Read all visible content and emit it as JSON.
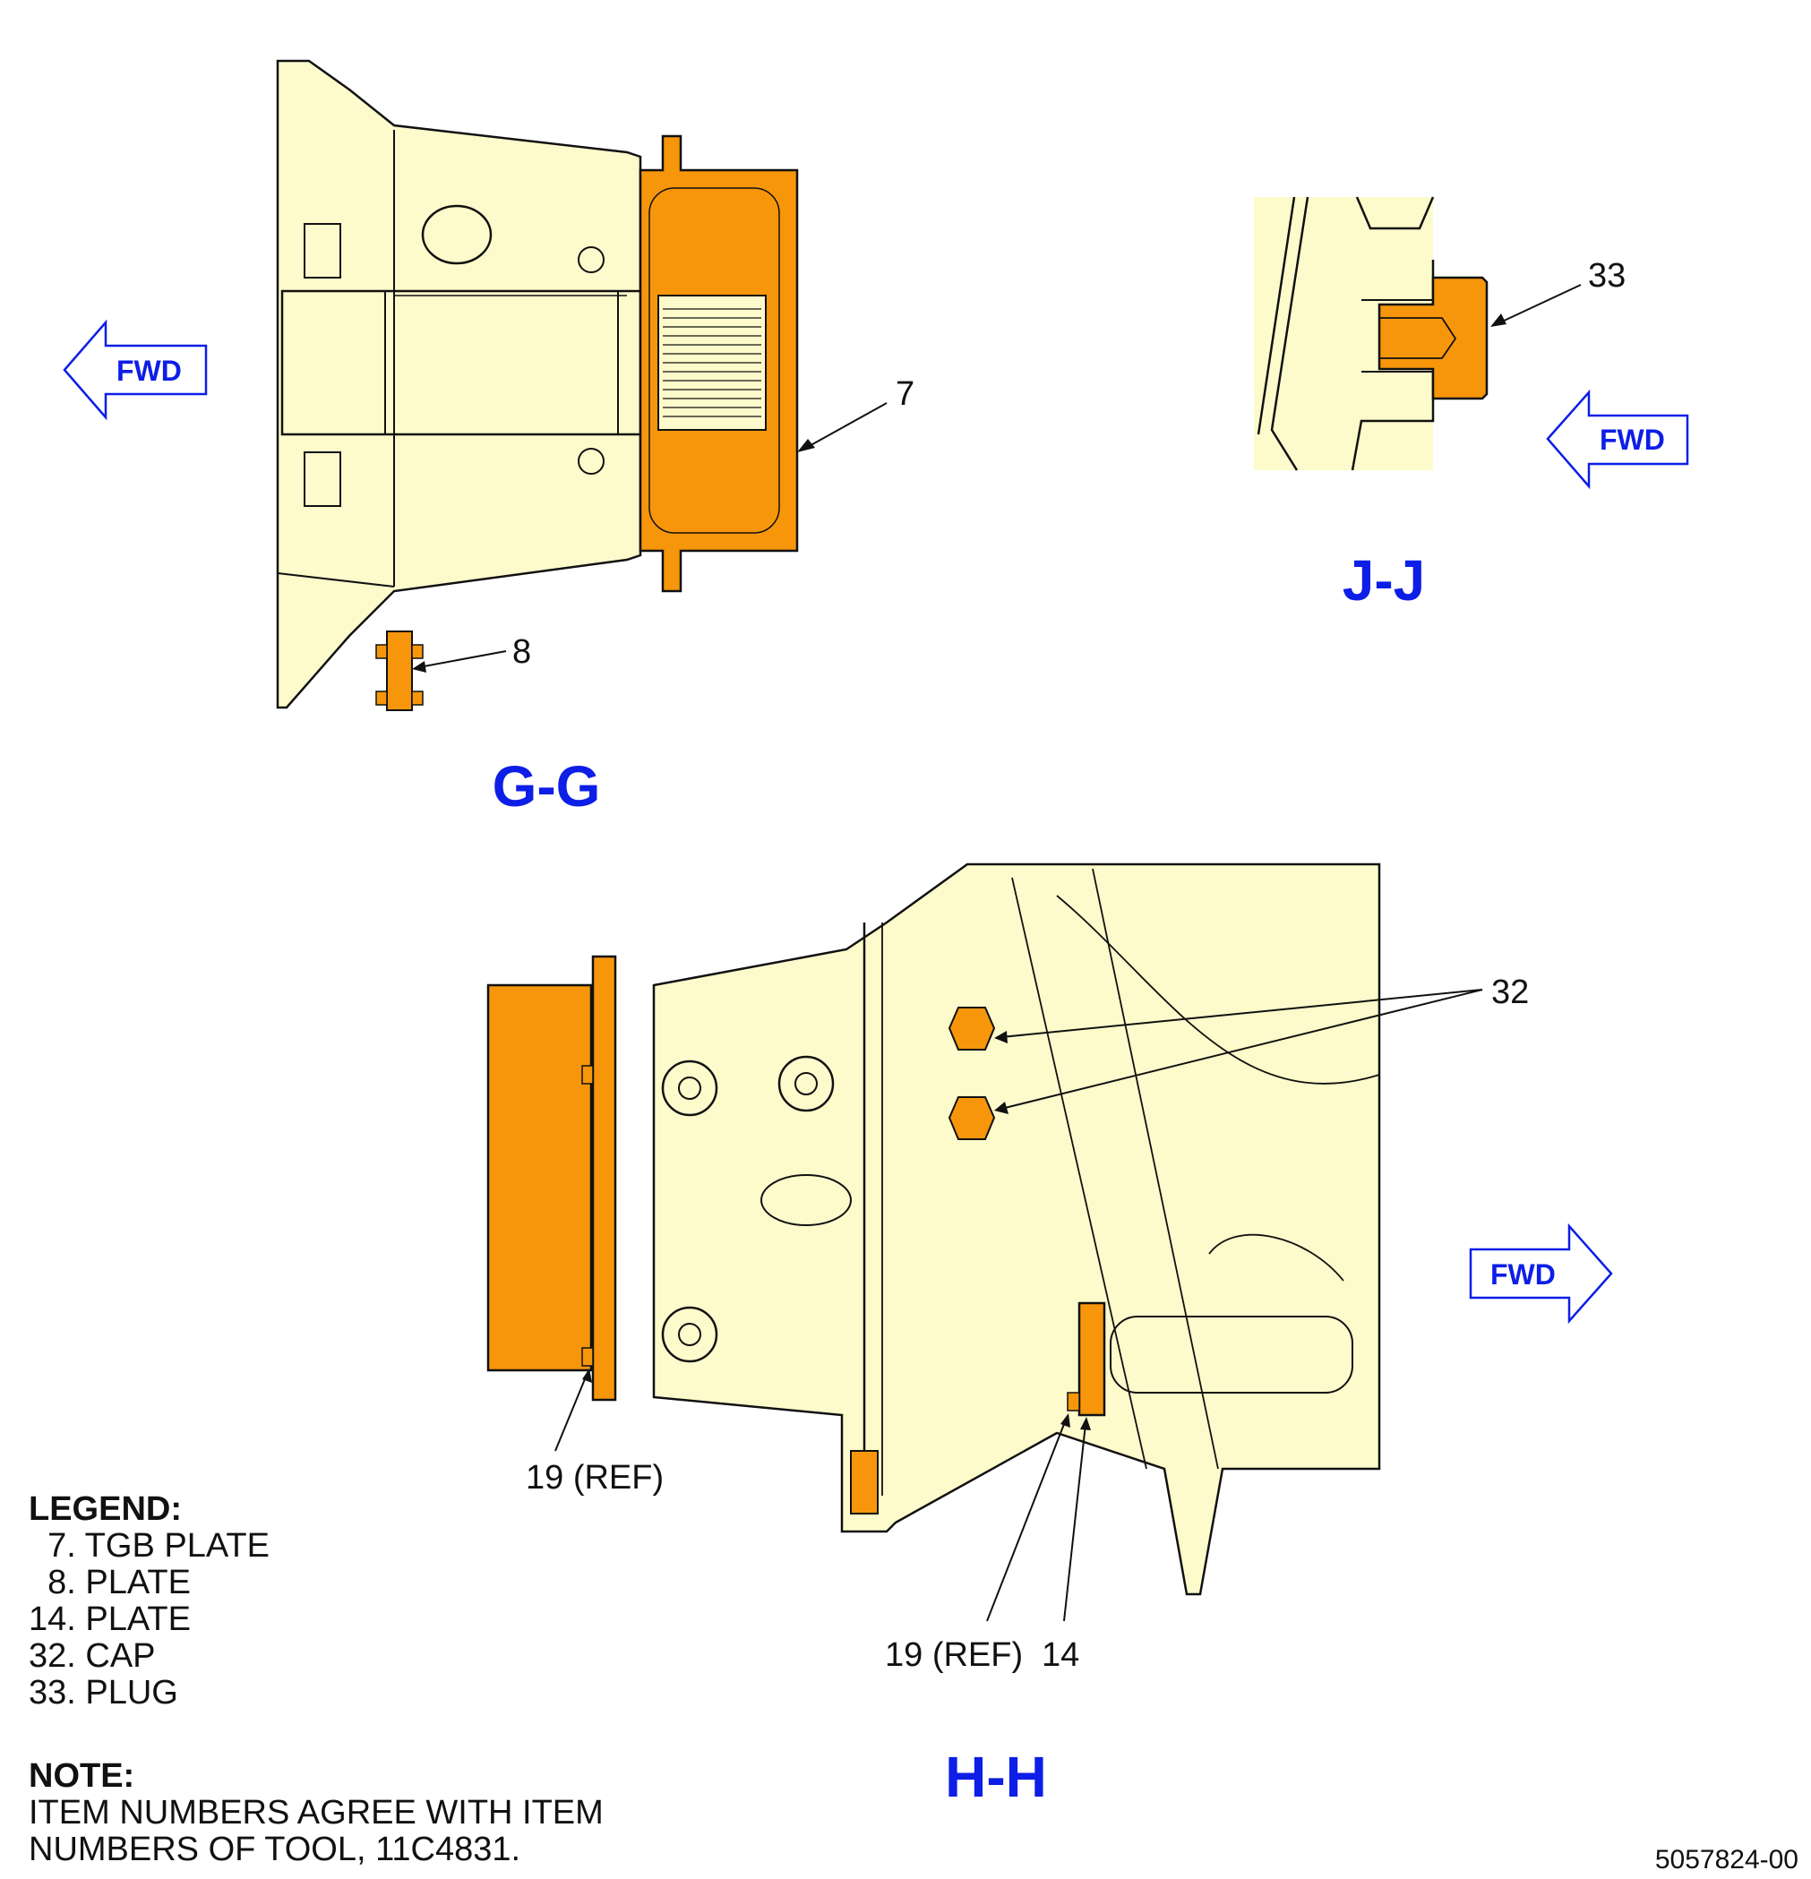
{
  "views": {
    "gg": {
      "title": "G-G",
      "fwd": "FWD"
    },
    "jj": {
      "title": "J-J",
      "fwd": "FWD"
    },
    "hh": {
      "title": "H-H",
      "fwd": "FWD"
    }
  },
  "callouts": {
    "c7": "7",
    "c8": "8",
    "c33": "33",
    "c32": "32",
    "c19a": "19 (REF)",
    "c19b": "19 (REF)",
    "c14": "14"
  },
  "legend": {
    "heading": "LEGEND:",
    "items": [
      "  7. TGB PLATE",
      "  8. PLATE",
      "14. PLATE",
      "32. CAP",
      "33. PLUG"
    ]
  },
  "note": {
    "heading": "NOTE:",
    "lines": [
      "ITEM NUMBERS AGREE WITH ITEM",
      "NUMBERS OF TOOL, 11C4831."
    ]
  },
  "document_number": "5057824-00",
  "colors": {
    "housing": "#fdfacb",
    "tool_part": "#f7960b",
    "title_blue": "#0d1ee6",
    "outline": "#111111"
  }
}
